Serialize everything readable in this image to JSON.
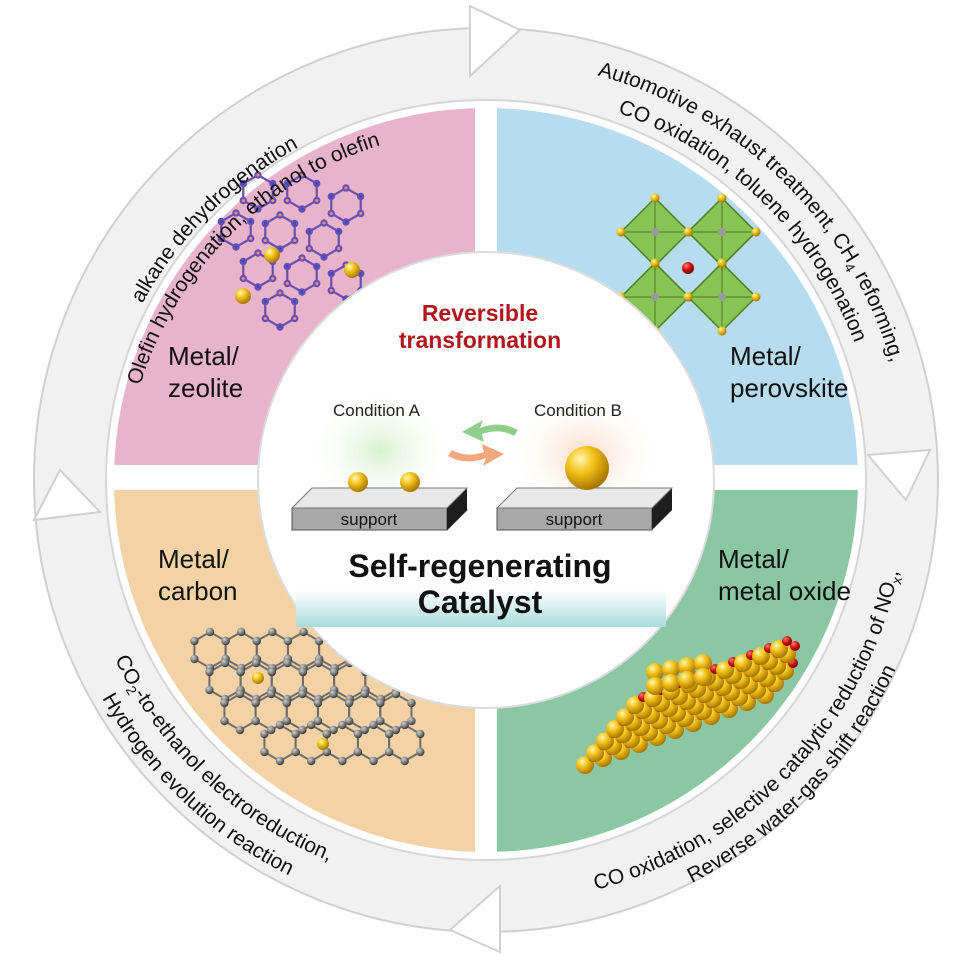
{
  "center": {
    "title_line1": "Self-regenerating",
    "title_line2": "Catalyst",
    "reversible_line1": "Reversible",
    "reversible_line2": "transformation",
    "condition_a": "Condition A",
    "condition_b": "Condition B",
    "support_a": "support",
    "support_b": "support"
  },
  "quadrants": {
    "zeolite": {
      "line1": "Metal/",
      "line2": "zeolite",
      "color": "#e8b4cc"
    },
    "perovskite": {
      "line1": "Metal/",
      "line2": "perovskite",
      "color": "#b8dcef"
    },
    "carbon": {
      "line1": "Metal/",
      "line2": "carbon",
      "color": "#f3d3a6"
    },
    "oxide": {
      "line1": "Metal/",
      "line2": "metal oxide",
      "color": "#8cc7a4"
    }
  },
  "ring": {
    "top_left_line1": "Olefin hydrogenation, ethanol to olefin",
    "top_left_line2": "alkane dehydrogenation",
    "top_right_line1_a": "Automotive exhaust treatment, CH",
    "top_right_line1_sub": "4",
    "top_right_line1_b": " reforming,",
    "top_right_line2": "CO oxidation, toluene hydrogenation",
    "bottom_left_line1_a": "CO",
    "bottom_left_line1_sub": "2",
    "bottom_left_line1_b": "-to-ethanol electroreduction,",
    "bottom_left_line2": "Hydrogen evolution reaction",
    "bottom_right_line1_a": "CO oxidation, selective catalytic reduction of NO",
    "bottom_right_line1_sub": "x",
    "bottom_right_line1_b": ",",
    "bottom_right_line2": "Reverse water-gas shift reaction"
  },
  "colors": {
    "ring": "#efefef",
    "ring_edge": "#d6d6d6",
    "accent_red": "#b2161c",
    "gold": "#e0b020"
  }
}
